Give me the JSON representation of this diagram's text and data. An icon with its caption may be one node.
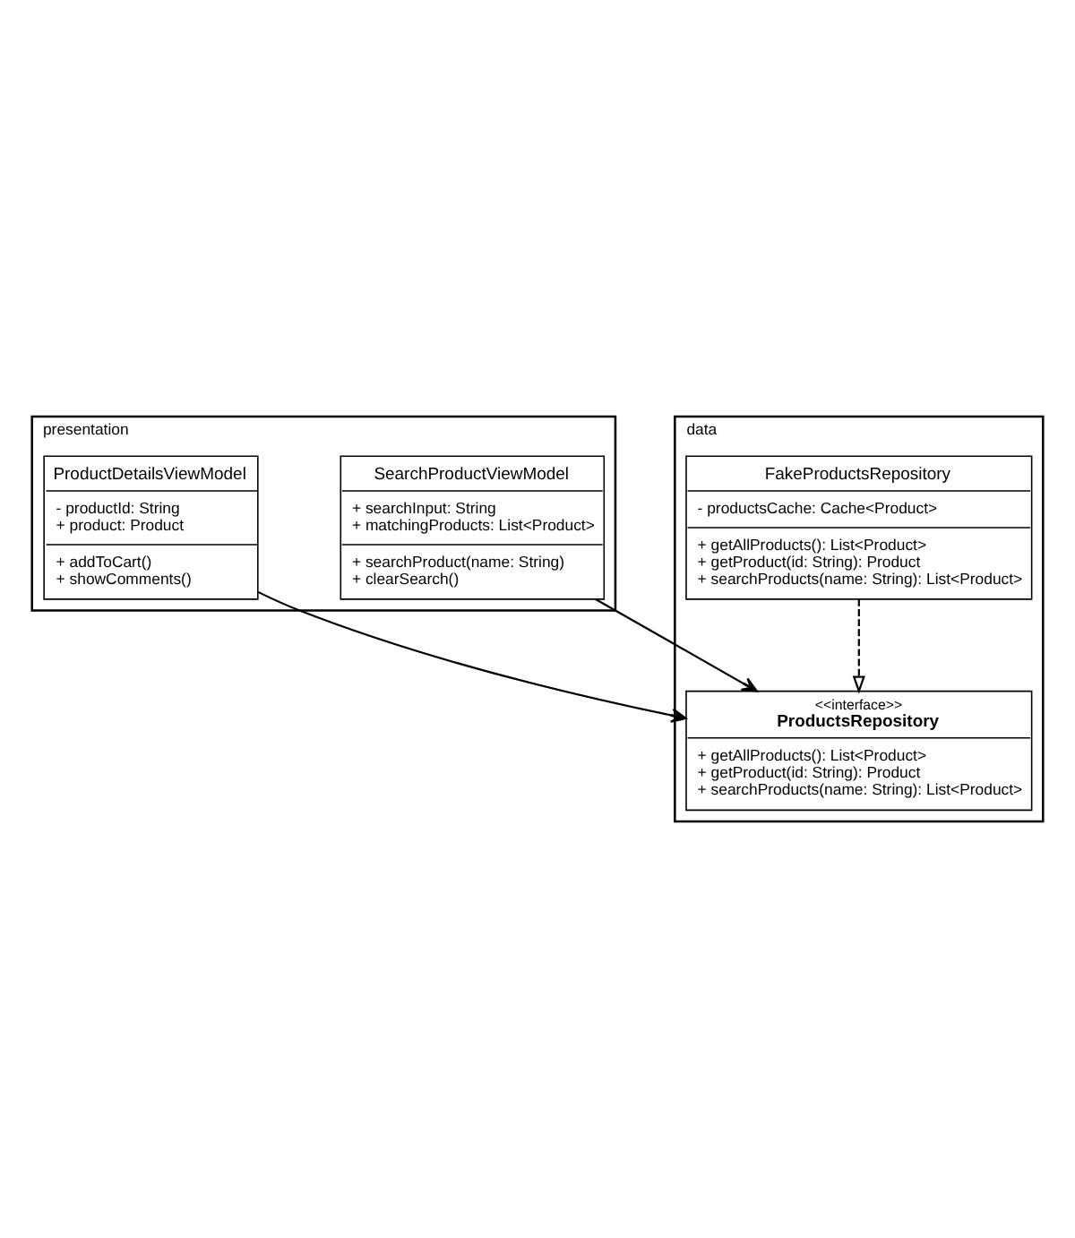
{
  "diagram": {
    "nodes": [
      {
        "text": [
          "presentation"
        ]
      },
      {
        "text": [
          "SearchProductViewModel",
          "+ searchInput: String",
          "+ matchingProducts: List<Product>",
          "+ searchProduct(name: String)",
          "+ clearSearch()"
        ],
        "in": 0
      },
      {
        "text": [
          "ProductDetailsViewModel",
          "- productId: String",
          "+ product: Product",
          "+ addToCart()",
          "+ showComments()"
        ],
        "in": 0
      },
      {
        "text": [
          "data"
        ]
      },
      {
        "text": [
          "<<interface>>",
          "ProductsRepository",
          "+ getAllProducts(): List<Product>",
          "+ getProduct(id: String): Product",
          "+ searchProducts(name: String): List<Product>"
        ],
        "in": 3
      },
      {
        "text": [
          "FakeProductsRepository",
          "- productsCache: Cache<Product>",
          "+ getAllProducts(): List<Product>",
          "+ getProduct(id: String): Product",
          "+ searchProducts(name: String): List<Product>"
        ],
        "in": 3
      }
    ],
    "edges": [
      {
        "from": 1,
        "to": 4,
        "arrow": "to"
      },
      {
        "from": 2,
        "to": 4,
        "arrow": "to"
      },
      {
        "from": 5,
        "to": 4,
        "arrow": "to",
        "style": "dashed"
      }
    ]
  }
}
